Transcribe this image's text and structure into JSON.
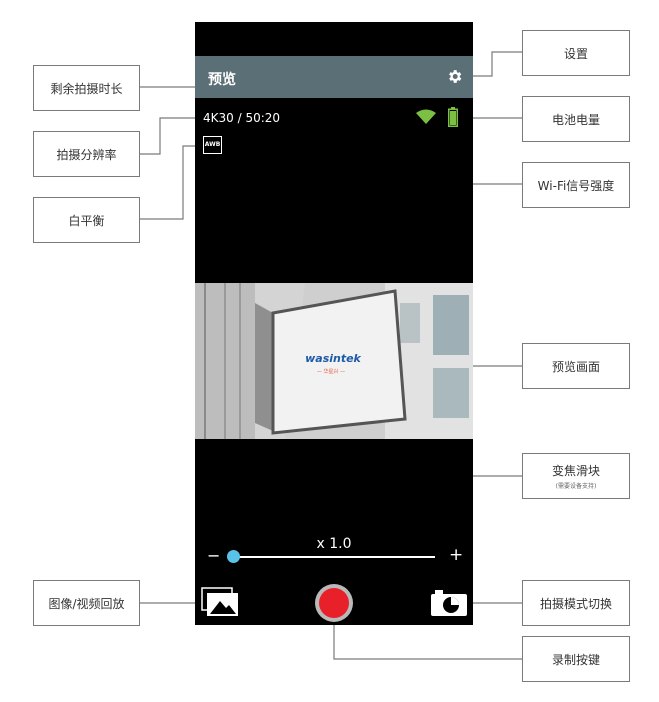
{
  "screen": {
    "header_title": "预览",
    "resolution_time": "4K30 / 50:20",
    "awb_label": "AWB",
    "zoom_value": "x 1.0",
    "zoom_minus": "−",
    "zoom_plus": "+",
    "zoom_level": 0.0
  },
  "sign": {
    "brand": "wasintek",
    "tagline": "— 华星兴 —"
  },
  "callouts": {
    "settings": "设置",
    "remaining_time": "剩余拍摄时长",
    "resolution": "拍摄分辨率",
    "white_balance": "白平衡",
    "battery": "电池电量",
    "wifi_signal": "Wi-Fi信号强度",
    "preview": "预览画面",
    "zoom_slider": "变焦滑块",
    "zoom_slider_note": "(需要设备支持)",
    "playback": "图像/视频回放",
    "capture_mode": "拍摄模式切换",
    "record_button": "录制按键"
  },
  "colors": {
    "header": "#5b6f76",
    "wifi": "#7bc043",
    "battery": "#7bc043",
    "slider_thumb": "#58c2e8",
    "record": "#e8202a"
  },
  "icons": [
    "gear-icon",
    "wifi-icon",
    "battery-icon",
    "gallery-icon",
    "camera-switch-icon"
  ]
}
